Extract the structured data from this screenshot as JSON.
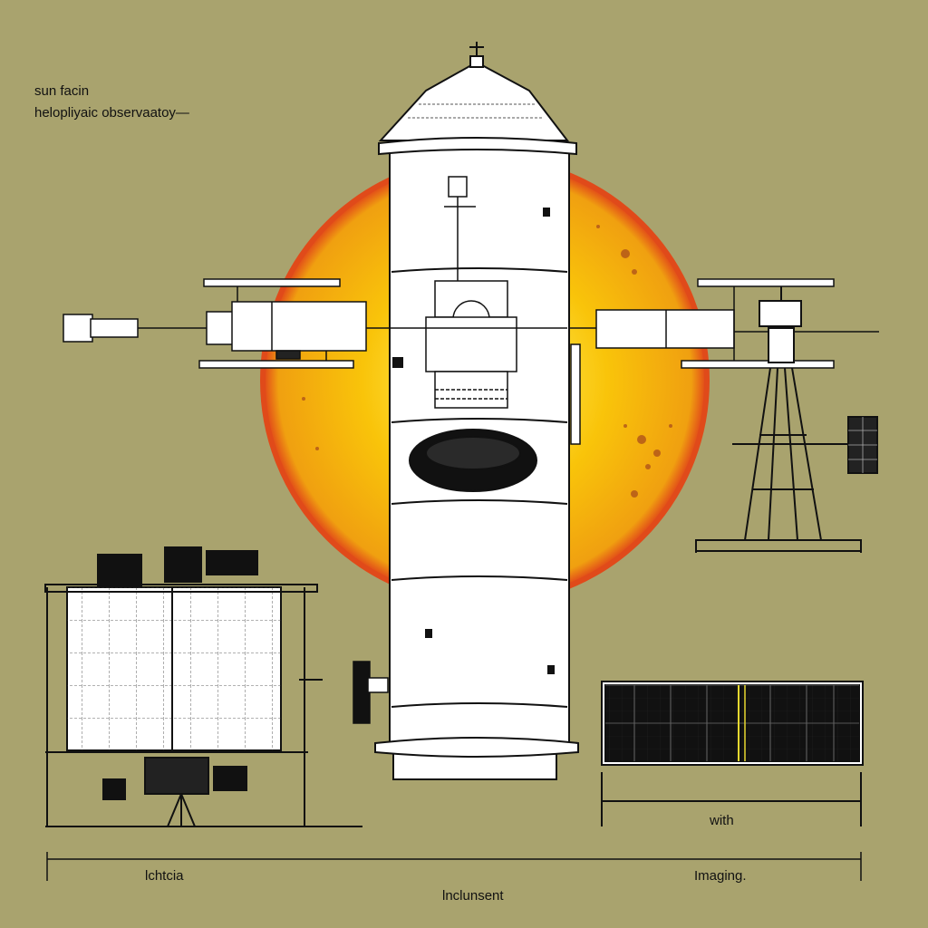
{
  "labels": {
    "top_line1": "sun facin",
    "top_line2": "helopliyaic observaatoy—",
    "bottom_left": "lchtcia",
    "bottom_right": "Imaging.",
    "bottom_center": "lnclunsent",
    "right_caption": "with"
  },
  "colors": {
    "background": "#a9a36e",
    "sun_core": "#fff86a",
    "sun_mid": "#f9c40a",
    "sun_rim": "#e0421a",
    "ink": "#111111",
    "hull": "#ffffff"
  }
}
